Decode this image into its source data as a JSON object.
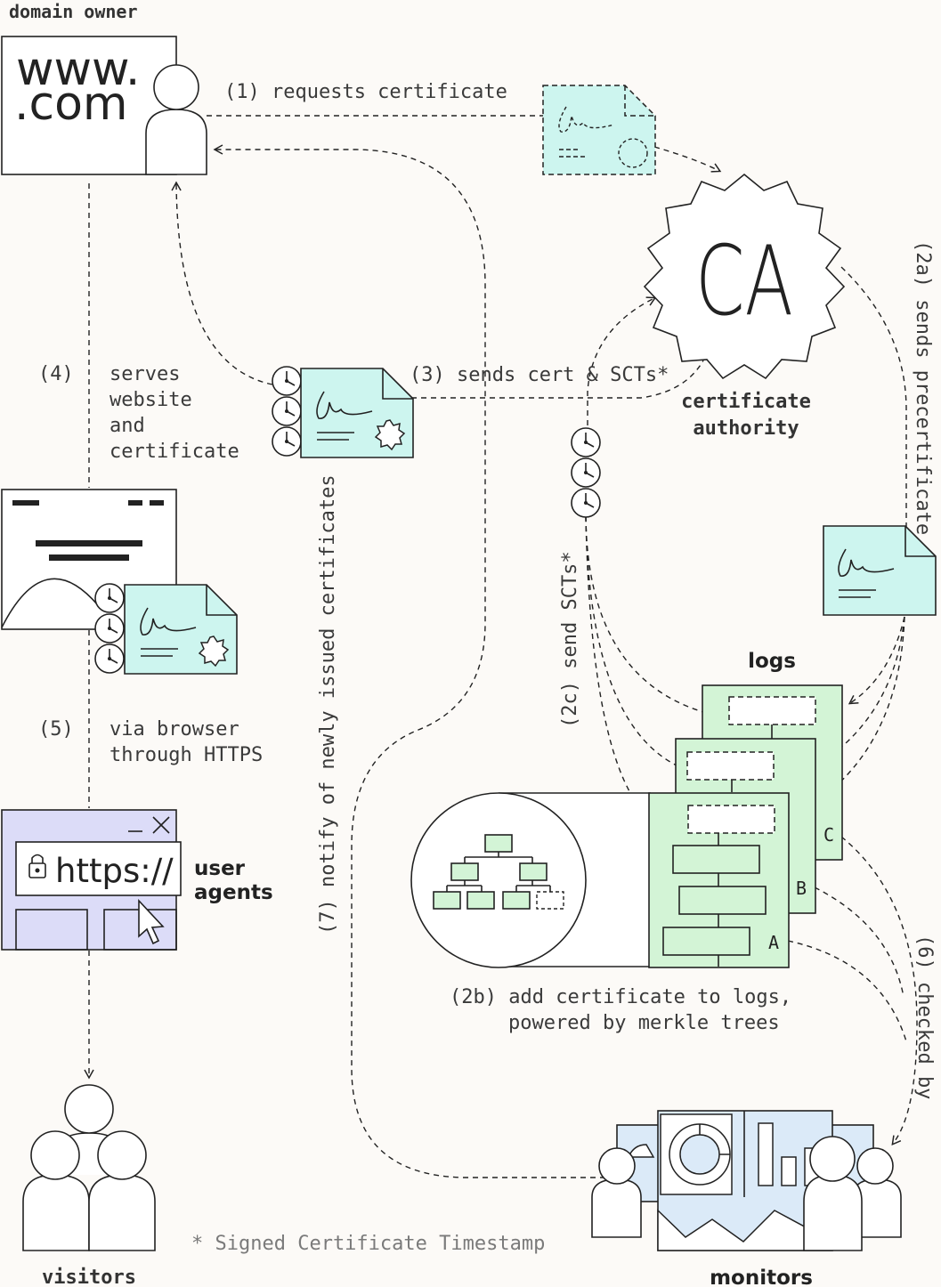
{
  "actors": {
    "domain_owner": "domain owner",
    "certificate_authority": [
      "certificate",
      "authority"
    ],
    "logs": "logs",
    "user_agents": [
      "user",
      "agents"
    ],
    "visitors": "visitors",
    "monitors": "monitors"
  },
  "website": {
    "line1": "www.",
    "line2": ".com"
  },
  "ca_label": "CA",
  "browser_url": "https://",
  "log_names": [
    "A",
    "B",
    "C"
  ],
  "steps": {
    "s1": "(1) requests certificate",
    "s2a": "(2a) sends precertificate",
    "s2b": [
      "(2b) add certificate to logs,",
      "powered by merkle trees"
    ],
    "s2c": "(2c) send SCTs*",
    "s3": "(3) sends cert & SCTs*",
    "s4_num": "(4)",
    "s4": [
      "serves",
      "website",
      "and",
      "certificate"
    ],
    "s5_num": "(5)",
    "s5": [
      "via browser",
      "through HTTPS"
    ],
    "s6": "(6) checked by",
    "s7": "(7) notify of newly issued certificates"
  },
  "footnote": "* Signed Certificate Timestamp"
}
